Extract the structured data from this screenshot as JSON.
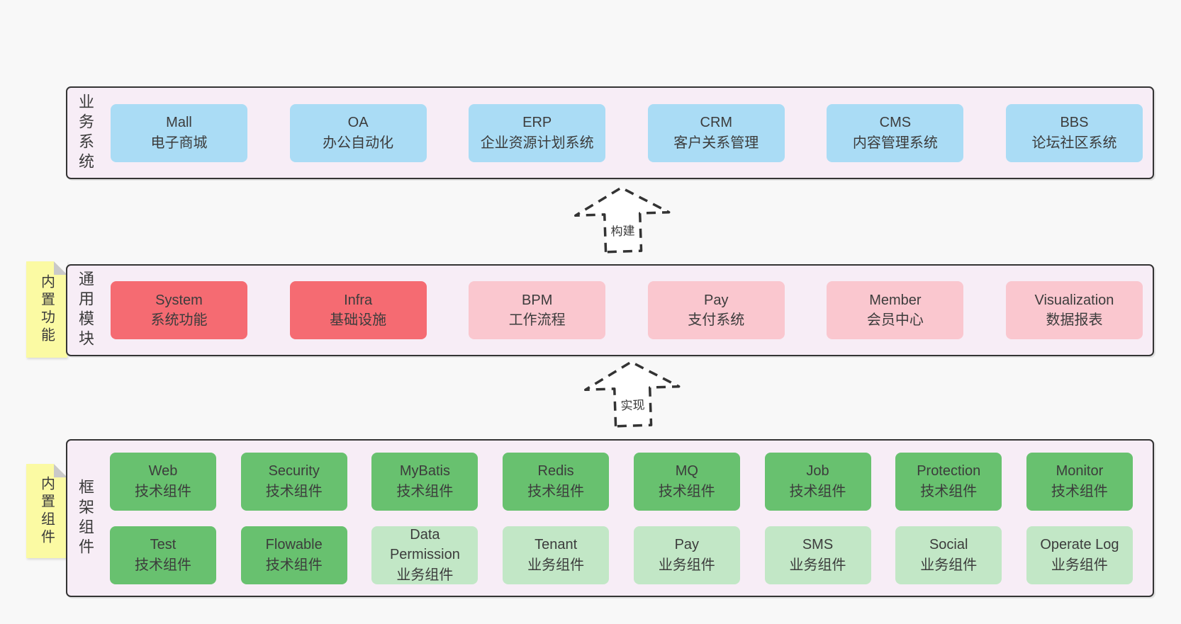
{
  "palette": {
    "blue": "#aadcf5",
    "red": "#f56b72",
    "pink": "#fac7cf",
    "green": "#68c16f",
    "lightGreen": "#c2e7c6",
    "yellow": "#fbfaa3",
    "panelBg": "#f7edf6",
    "pageBg": "#f8f8f8",
    "border": "#343434",
    "text": "#3b3b3b",
    "fold": "#c9c9c9"
  },
  "layers": {
    "business": {
      "label": "业务系统",
      "boxes": [
        {
          "title": "Mall",
          "subtitle": "电子商城"
        },
        {
          "title": "OA",
          "subtitle": "办公自动化"
        },
        {
          "title": "ERP",
          "subtitle": "企业资源计划系统"
        },
        {
          "title": "CRM",
          "subtitle": "客户关系管理"
        },
        {
          "title": "CMS",
          "subtitle": "内容管理系统"
        },
        {
          "title": "BBS",
          "subtitle": "论坛社区系统"
        }
      ]
    },
    "modules": {
      "label": "通用模块",
      "sticky": "内置功能",
      "boxes": [
        {
          "title": "System",
          "subtitle": "系统功能"
        },
        {
          "title": "Infra",
          "subtitle": "基础设施"
        },
        {
          "title": "BPM",
          "subtitle": "工作流程"
        },
        {
          "title": "Pay",
          "subtitle": "支付系统"
        },
        {
          "title": "Member",
          "subtitle": "会员中心"
        },
        {
          "title": "Visualization",
          "subtitle": "数据报表"
        }
      ]
    },
    "components": {
      "label": "框架组件",
      "sticky": "内置组件",
      "row1": [
        {
          "title": "Web",
          "subtitle": "技术组件"
        },
        {
          "title": "Security",
          "subtitle": "技术组件"
        },
        {
          "title": "MyBatis",
          "subtitle": "技术组件"
        },
        {
          "title": "Redis",
          "subtitle": "技术组件"
        },
        {
          "title": "MQ",
          "subtitle": "技术组件"
        },
        {
          "title": "Job",
          "subtitle": "技术组件"
        },
        {
          "title": "Protection",
          "subtitle": "技术组件"
        },
        {
          "title": "Monitor",
          "subtitle": "技术组件"
        }
      ],
      "row2": [
        {
          "title": "Test",
          "subtitle": "技术组件"
        },
        {
          "title": "Flowable",
          "subtitle": "技术组件"
        },
        {
          "title": "Data Permission",
          "subtitle": "业务组件"
        },
        {
          "title": "Tenant",
          "subtitle": "业务组件"
        },
        {
          "title": "Pay",
          "subtitle": "业务组件"
        },
        {
          "title": "SMS",
          "subtitle": "业务组件"
        },
        {
          "title": "Social",
          "subtitle": "业务组件"
        },
        {
          "title": "Operate Log",
          "subtitle": "业务组件"
        }
      ]
    }
  },
  "arrows": {
    "build": "构建",
    "implement": "实现"
  }
}
